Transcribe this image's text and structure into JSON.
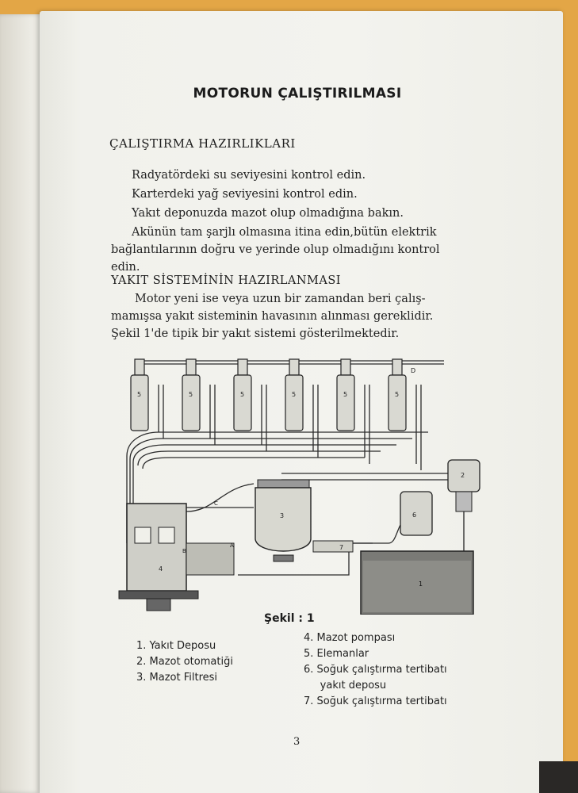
{
  "title": "MOTORUN ÇALIŞTIRILMASI",
  "section1": {
    "heading": "ÇALIŞTIRMA HAZIRLIKLARI",
    "lines": [
      "Radyatördeki su seviyesini kontrol edin.",
      "Karterdeki yağ seviyesini kontrol edin.",
      "Yakıt deponuzda mazot olup olmadığına bakın.",
      "Akünün tam şarjlı olmasına itina edin,bütün elektrik",
      "bağlantılarının doğru ve yerinde olup olmadığını kontrol",
      "edin."
    ]
  },
  "section2": {
    "heading": "YAKIT SİSTEMİNİN HAZIRLANMASI",
    "lines": [
      "Motor yeni ise veya uzun bir zamandan beri çalış-",
      "mamışsa yakıt sisteminin havasının alınması gereklidir.",
      "Şekil 1'de tipik bir yakıt sistemi gösterilmektedir."
    ]
  },
  "figure": {
    "caption": "Şekil : 1",
    "labels": {
      "injector": "5",
      "filter": "3",
      "pump": "4",
      "tank": "1",
      "cold_start_tank": "6",
      "cold_start_device": "7",
      "automatic": "2",
      "point_a": "A",
      "point_b": "B",
      "point_c": "C",
      "point_d": "D"
    }
  },
  "legend_left": [
    "1.  Yakıt Deposu",
    "2.  Mazot otomatiği",
    "3.  Mazot Filtresi"
  ],
  "legend_right": [
    "4.  Mazot pompası",
    "5.  Elemanlar",
    "6.  Soğuk çalıştırma tertibatı",
    "     yakıt deposu",
    "7.  Soğuk çalıştırma tertibatı"
  ],
  "page_number": "3"
}
